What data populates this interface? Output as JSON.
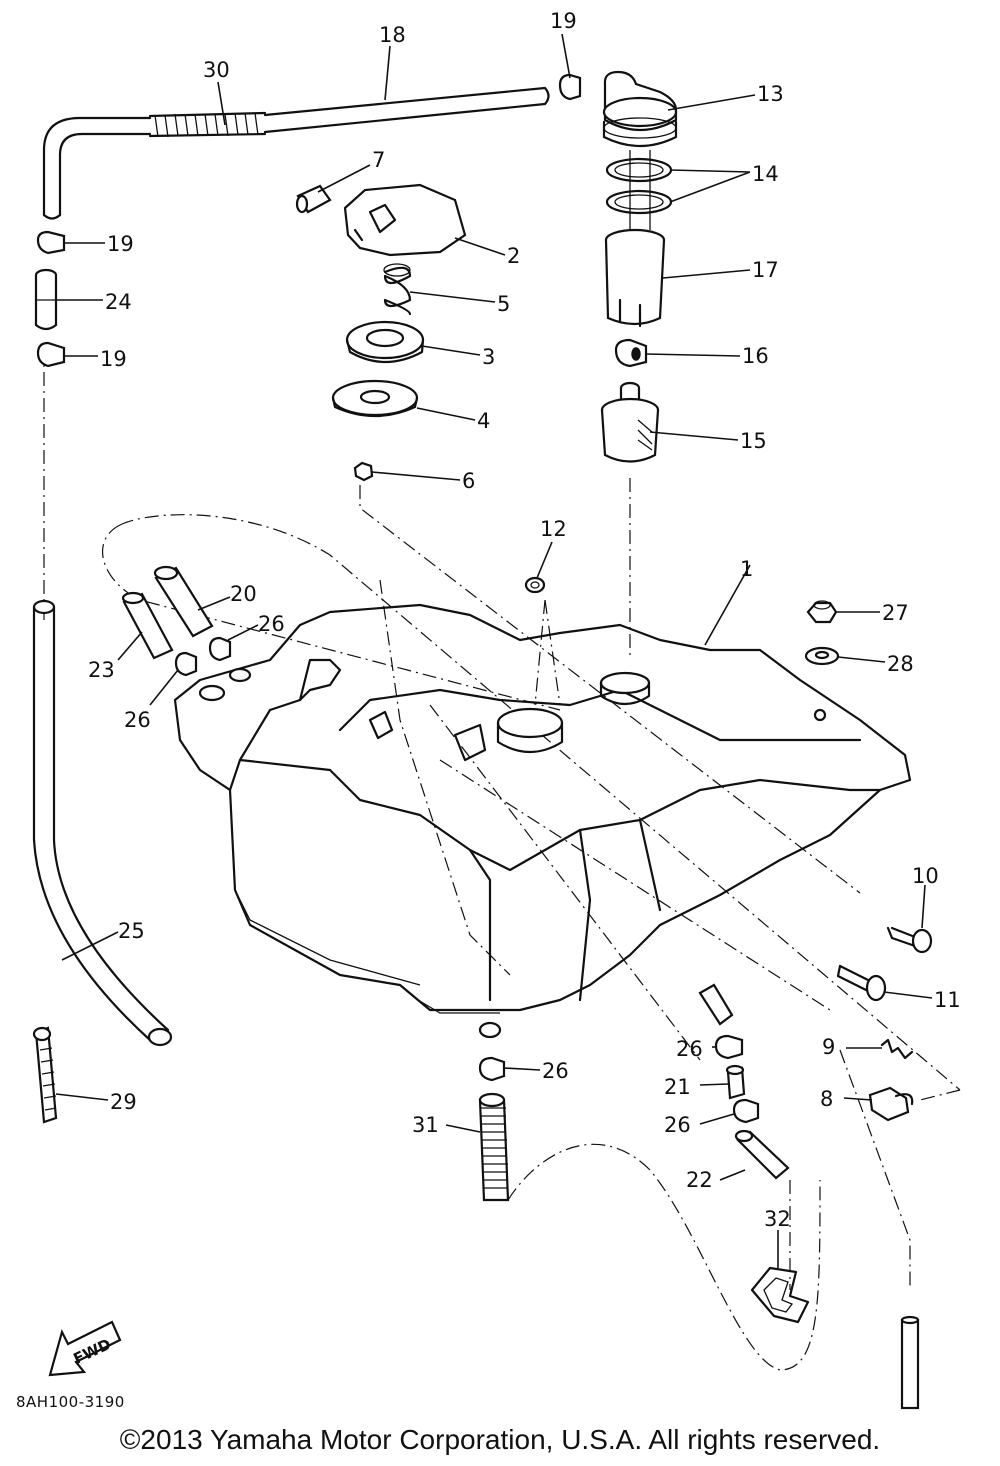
{
  "diagram_code": "8AH100-3190",
  "copyright": "©2013 Yamaha Motor Corporation, U.S.A. All rights reserved.",
  "fwd_label": "FWD",
  "callouts": {
    "n1": "1",
    "n2": "2",
    "n3": "3",
    "n4": "4",
    "n5": "5",
    "n6": "6",
    "n7": "7",
    "n8": "8",
    "n9": "9",
    "n10": "10",
    "n11": "11",
    "n12": "12",
    "n13": "13",
    "n14": "14",
    "n15": "15",
    "n16": "16",
    "n17": "17",
    "n18": "18",
    "n19": "19",
    "n20": "20",
    "n21": "21",
    "n22": "22",
    "n23": "23",
    "n24": "24",
    "n25": "25",
    "n26": "26",
    "n27": "27",
    "n28": "28",
    "n29": "29",
    "n30": "30",
    "n31": "31",
    "n32": "32"
  }
}
